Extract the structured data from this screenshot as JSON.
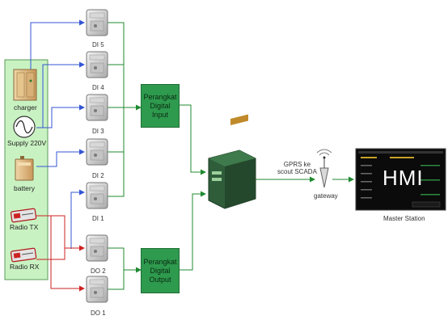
{
  "colors": {
    "panel_fill": "#c9f2c2",
    "panel_stroke": "#5a9a55",
    "line_blue": "#3456d6",
    "line_red": "#cc2222",
    "line_green": "#1f8a2f",
    "box_fill": "#2e9a4e",
    "hmi_bg": "#0b0b0b"
  },
  "sources": {
    "charger": "charger",
    "supply": "Supply 220V",
    "battery": "battery",
    "radio_tx": "Radio TX",
    "radio_rx": "Radio RX"
  },
  "modules": {
    "di5": "DI 5",
    "di4": "DI 4",
    "di3": "DI 3",
    "di2": "DI 2",
    "di1": "DI 1",
    "do2": "DO 2",
    "do1": "DO 1"
  },
  "boxes": {
    "input_line1": "Perangkat",
    "input_line2": "Digital",
    "input_line3": "Input",
    "output_line1": "Perangkat",
    "output_line2": "Digital",
    "output_line3": "Output"
  },
  "link": {
    "gprs_line1": "GPRS ke",
    "gprs_line2": "scout SCADA",
    "gateway": "gateway"
  },
  "hmi": {
    "label": "HMI",
    "caption": "Master Station"
  },
  "icons": {
    "charger": "charger-cabinet-icon",
    "supply": "ac-sine-icon",
    "battery": "battery-icon",
    "radio": "radio-icon",
    "module": "io-module-icon",
    "router": "gprs-router-icon",
    "antenna": "antenna-icon"
  }
}
